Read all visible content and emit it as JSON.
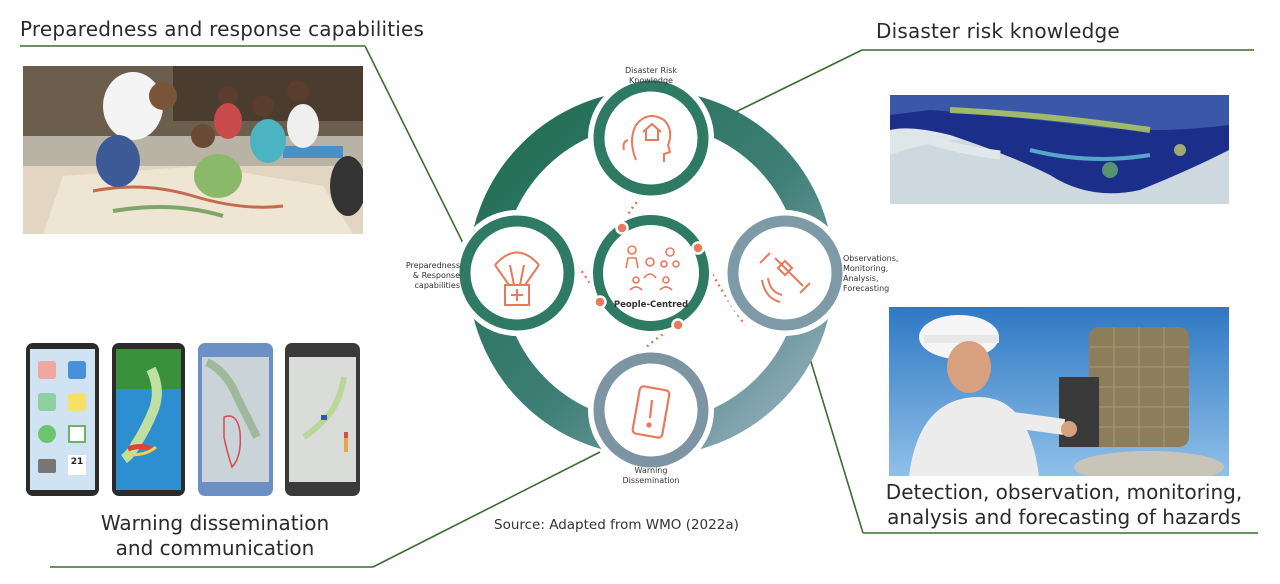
{
  "headings": {
    "preparedness": "Preparedness and response capabilities",
    "risk_knowledge": "Disaster risk  knowledge",
    "detection_line1": "Detection, observation, monitoring,",
    "detection_line2": "analysis and forecasting of hazards",
    "warning_line1": "Warning dissemination",
    "warning_line2": "and communication"
  },
  "cycle": {
    "top_line1": "Disaster Risk",
    "top_line2": "Knowledge",
    "left_line1": "Preparedness",
    "left_line2": "& Response",
    "left_line3": "capabilities",
    "right_line1": "Observations,",
    "right_line2": "Monitoring,",
    "right_line3": "Analysis,",
    "right_line4": "Forecasting",
    "bottom_line1": "Warning",
    "bottom_line2": "Dissemination",
    "center": "People-Centred"
  },
  "source": "Source: Adapted from WMO (2022a)",
  "phone_calendar": "21",
  "colors": {
    "dark_green": "#1e6b4e",
    "teal": "#3e7f77",
    "grey_blue": "#7d9aa6",
    "accent_orange": "#e8795a",
    "line_green": "#3a6e2e"
  }
}
